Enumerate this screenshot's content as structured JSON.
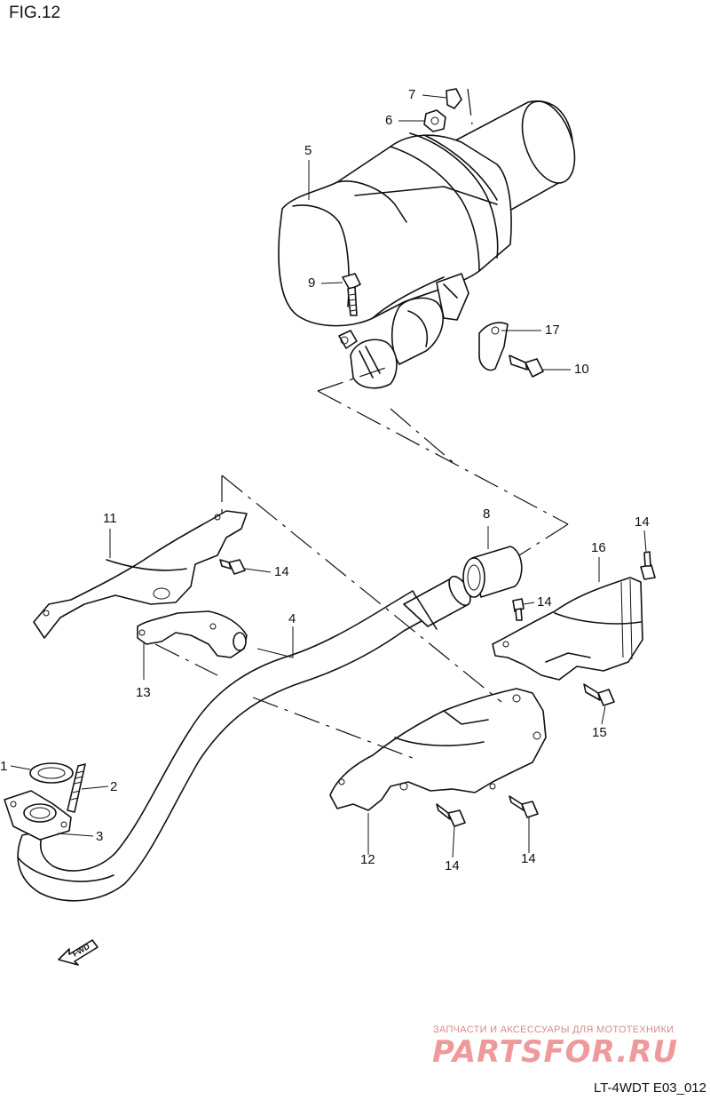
{
  "figure": {
    "title": "FIG.12",
    "ref_code": "LT-4WDT E03_012"
  },
  "watermark": {
    "line1": "ЗАПЧАСТИ И АКСЕССУАРЫ ДЛЯ МОТОТЕХНИКИ",
    "line2": "PARTSFOR.RU"
  },
  "fwd_label": "FWD",
  "callouts": [
    {
      "id": "c7",
      "label": "7"
    },
    {
      "id": "c6",
      "label": "6"
    },
    {
      "id": "c5",
      "label": "5"
    },
    {
      "id": "c9",
      "label": "9"
    },
    {
      "id": "c17",
      "label": "17"
    },
    {
      "id": "c10",
      "label": "10"
    },
    {
      "id": "c11",
      "label": "11"
    },
    {
      "id": "c14a",
      "label": "14"
    },
    {
      "id": "c8",
      "label": "8"
    },
    {
      "id": "c14b",
      "label": "14"
    },
    {
      "id": "c16",
      "label": "16"
    },
    {
      "id": "c14c",
      "label": "14"
    },
    {
      "id": "c4",
      "label": "4"
    },
    {
      "id": "c13",
      "label": "13"
    },
    {
      "id": "c15",
      "label": "15"
    },
    {
      "id": "c1",
      "label": "1"
    },
    {
      "id": "c2",
      "label": "2"
    },
    {
      "id": "c3",
      "label": "3"
    },
    {
      "id": "c12",
      "label": "12"
    },
    {
      "id": "c14d",
      "label": "14"
    },
    {
      "id": "c14e",
      "label": "14"
    }
  ]
}
